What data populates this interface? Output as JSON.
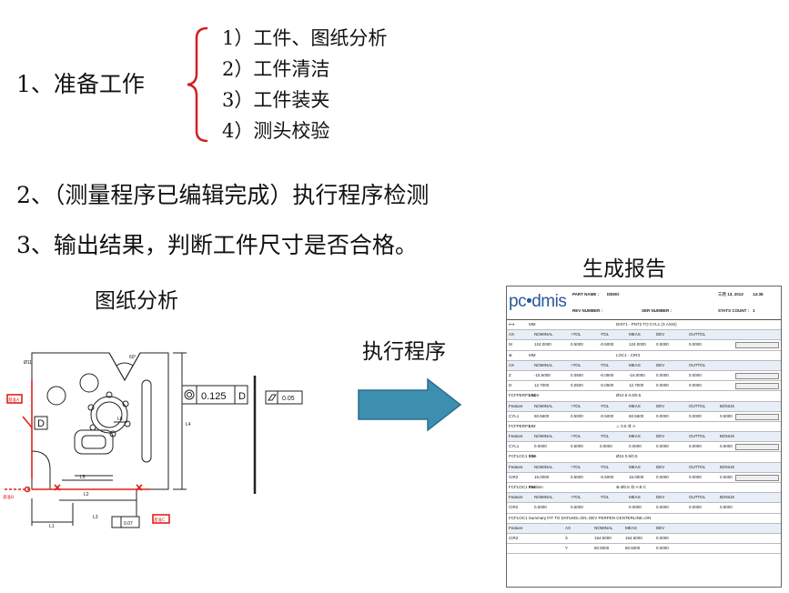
{
  "steps": {
    "prep_label": "1、准备工作",
    "substeps": [
      "1）工件、图纸分析",
      "2）工件清洁",
      "3）工件装夹",
      "4）测头校验"
    ],
    "step2": "2、（测量程序已编辑完成）执行程序检测",
    "step3": "3、输出结果，判断工件尺寸是否合格。"
  },
  "labels": {
    "drawing_analysis": "图纸分析",
    "execute_program": "执行程序",
    "generate_report": "生成报告"
  },
  "drawing": {
    "fcf_value": "0.125",
    "fcf_datum": "D",
    "flatness_value": "0.05",
    "datum_letter": "D",
    "angle": "60°",
    "circle_note": "Ø11",
    "dim_L1": "L1",
    "dim_L2": "L2",
    "dim_L3": "L3",
    "dim_L4": "L4",
    "dim_L5": "L5",
    "dim_L6": "L6",
    "box_value": "0.07",
    "red_tag_1": "基准A",
    "red_tag_2": "基准B",
    "red_tag_3": "基准C"
  },
  "colors": {
    "brace": "#d21f1f",
    "arrow_fill": "#3d8fb0",
    "arrow_stroke": "#2b6f8c",
    "drawing_red": "#e0201b",
    "logo": "#2a5a9c"
  },
  "report": {
    "logo": "pc•dmis",
    "part_name_label": "PART NAME :",
    "part_name": "DEMO",
    "date": "三月 13, 2013",
    "time": "14:38",
    "rev_label": "REV NUMBER :",
    "ser_label": "SER NUMBER :",
    "stats_label": "STATS COUNT :",
    "stats_value": "1",
    "rows": [
      {
        "type": "title",
        "cells": [
          "⟷",
          "MM",
          "DIST1 - PNT2 TO CYL1 (X AXIS)"
        ]
      },
      {
        "type": "head",
        "cells": [
          "AX",
          "NOMINAL",
          "+TOL",
          "-TOL",
          "MEAS",
          "DEV",
          "OUTTOL"
        ]
      },
      {
        "type": "data",
        "cells": [
          "M",
          "124.0000",
          "0.5000",
          "-0.5000",
          "124.0000",
          "0.0000",
          "0.0000"
        ],
        "bar": true
      },
      {
        "type": "title",
        "cells": [
          "⊕",
          "MM",
          "LOC1 - CIR3"
        ]
      },
      {
        "type": "head",
        "cells": [
          "AX",
          "NOMINAL",
          "+TOL",
          "-TOL",
          "MEAS",
          "DEV",
          "OUTTOL"
        ]
      },
      {
        "type": "data",
        "cells": [
          "Z",
          "-15.6000",
          "0.0500",
          "-0.0500",
          "-15.0000",
          "0.0000",
          "0.0000"
        ],
        "bar": true
      },
      {
        "type": "data",
        "cells": [
          "D",
          "12.7000",
          "0.0500",
          "-0.0500",
          "12.7000",
          "0.0000",
          "0.0000"
        ],
        "bar": true
      },
      {
        "type": "title",
        "cells": [
          "FCFPERP1 Size",
          "MM",
          "Ø10.5  0.6/0.5"
        ]
      },
      {
        "type": "head",
        "cells": [
          "Feature",
          "NOMINAL",
          "+TOL",
          "-TOL",
          "MEAS",
          "DEV",
          "OUTTOL",
          "BONUS"
        ]
      },
      {
        "type": "data",
        "cells": [
          "CYL1",
          "60.5600",
          "0.5000",
          "-0.5000",
          "60.5600",
          "0.0000",
          "0.0000",
          "0.5000"
        ],
        "bar": true
      },
      {
        "type": "title",
        "cells": [
          "FCFPERP1",
          "MM",
          "⊥ 0.5 Ⓜ A"
        ]
      },
      {
        "type": "head",
        "cells": [
          "Feature",
          "NOMINAL",
          "+TOL",
          "-TOL",
          "MEAS",
          "DEV",
          "OUTTOL",
          "BONUS"
        ]
      },
      {
        "type": "data",
        "cells": [
          "CYL1",
          "0.0000",
          "0.5000",
          "0.0000",
          "0.0000",
          "0.0000",
          "0.0000",
          "0.5000"
        ],
        "bar": true
      },
      {
        "type": "title",
        "cells": [
          "FCFLOC1 Size",
          "MM",
          "Ø15  0.5/0.5"
        ]
      },
      {
        "type": "head",
        "cells": [
          "Feature",
          "NOMINAL",
          "+TOL",
          "-TOL",
          "MEAS",
          "DEV",
          "OUTTOL",
          "BONUS"
        ]
      },
      {
        "type": "data",
        "cells": [
          "CIR2",
          "15.0000",
          "0.5000",
          "-0.5000",
          "15.0000",
          "0.0000",
          "0.0000",
          "0.5000"
        ],
        "bar": true
      },
      {
        "type": "title",
        "cells": [
          "FCFLOC1 Position",
          "MM",
          "⊕ Ø0.5 Ⓜ A B C"
        ]
      },
      {
        "type": "head",
        "cells": [
          "Feature",
          "NOMINAL",
          "+TOL",
          "-TOL",
          "MEAS",
          "DEV",
          "OUTTOL",
          "BONUS"
        ]
      },
      {
        "type": "data",
        "cells": [
          "CIR2",
          "0.0000",
          "0.5000",
          "",
          "0.0000",
          "0.0000",
          "0.0000",
          "0.5000"
        ],
        "bar": false
      }
    ],
    "summary": "FCFLOC1 Summary FIT TO DATUMS=ON, DEV PERPEN CENTERLINE=ON",
    "summary_head": [
      "Feature",
      "AX",
      "NOMINAL",
      "MEAS",
      "DEV"
    ],
    "summary_rows": [
      [
        "CIR2",
        "X",
        "154.5000",
        "154.5000",
        "0.0000"
      ],
      [
        "",
        "Y",
        "80.5000",
        "80.5000",
        "0.0000"
      ]
    ]
  }
}
